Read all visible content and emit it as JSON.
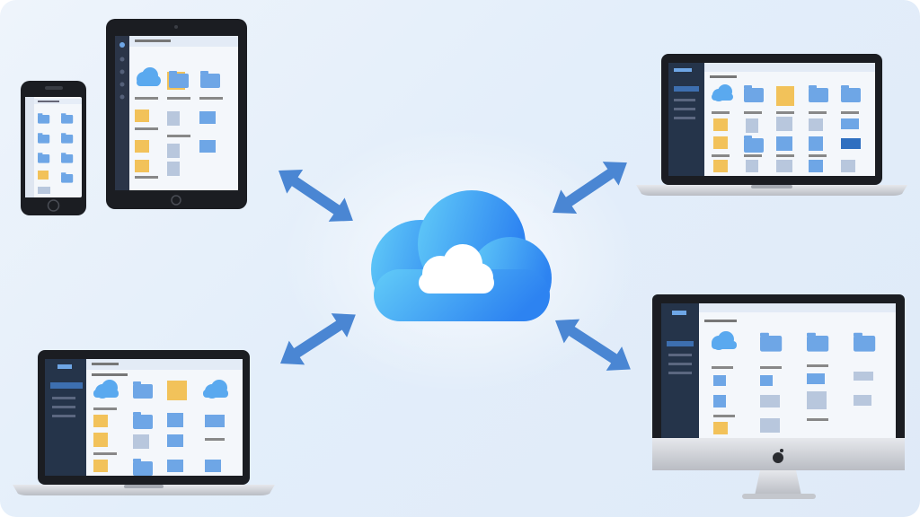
{
  "colors": {
    "background": "#e5eefa",
    "cloud_light": "#5fc9f8",
    "cloud_dark": "#2f86f2",
    "arrow": "#4a86d3",
    "device_frame": "#1b1d22",
    "laptop_silver": "#d7d9de",
    "sidebar": "#25344a",
    "folder_blue": "#6ea6e6",
    "folder_yellow": "#f2c25a"
  },
  "center": {
    "icon": "cloud-icon"
  },
  "devices": [
    {
      "kind": "phone",
      "icon": "smartphone-icon"
    },
    {
      "kind": "tablet",
      "icon": "tablet-icon"
    },
    {
      "kind": "laptop",
      "icon": "laptop-icon"
    },
    {
      "kind": "laptop",
      "icon": "laptop-icon"
    },
    {
      "kind": "desktop",
      "icon": "desktop-monitor-icon"
    }
  ],
  "connections": [
    {
      "from": "cloud",
      "to": "tablet",
      "type": "bidirectional-arrow"
    },
    {
      "from": "cloud",
      "to": "laptop-top-right",
      "type": "bidirectional-arrow"
    },
    {
      "from": "cloud",
      "to": "laptop-bottom-left",
      "type": "bidirectional-arrow"
    },
    {
      "from": "cloud",
      "to": "desktop",
      "type": "bidirectional-arrow"
    }
  ]
}
